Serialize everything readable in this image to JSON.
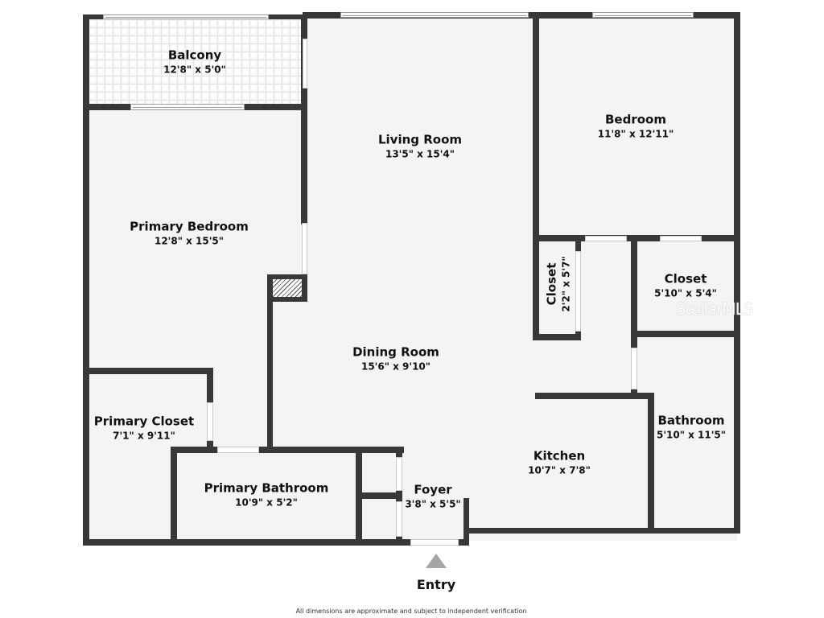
{
  "floorplan": {
    "rooms": [
      {
        "id": "balcony",
        "name": "Balcony",
        "dims": "12'8\" x 5'0\""
      },
      {
        "id": "living-room",
        "name": "Living Room",
        "dims": "13'5\" x 15'4\""
      },
      {
        "id": "bedroom",
        "name": "Bedroom",
        "dims": "11'8\" x 12'11\""
      },
      {
        "id": "primary-bedroom",
        "name": "Primary Bedroom",
        "dims": "12'8\" x 15'5\""
      },
      {
        "id": "closet-small",
        "name": "Closet",
        "dims": "2'2\" x 5'7\""
      },
      {
        "id": "closet",
        "name": "Closet",
        "dims": "5'10\" x 5'4\""
      },
      {
        "id": "dining-room",
        "name": "Dining Room",
        "dims": "15'6\" x 9'10\""
      },
      {
        "id": "primary-closet",
        "name": "Primary Closet",
        "dims": "7'1\" x 9'11\""
      },
      {
        "id": "bathroom",
        "name": "Bathroom",
        "dims": "5'10\" x 11'5\""
      },
      {
        "id": "kitchen",
        "name": "Kitchen",
        "dims": "10'7\" x 7'8\""
      },
      {
        "id": "primary-bathroom",
        "name": "Primary Bathroom",
        "dims": "10'9\" x 5'2\""
      },
      {
        "id": "foyer",
        "name": "Foyer",
        "dims": "3'8\" x 5'5\""
      }
    ],
    "entry_label": "Entry",
    "disclaimer": "All dimensions are approximate and subject to independent verification",
    "watermark": "StellarMLS",
    "colors": {
      "wall": "#383838",
      "floor": "#f4f4f4",
      "entry_arrow": "#a5a5a5"
    }
  }
}
